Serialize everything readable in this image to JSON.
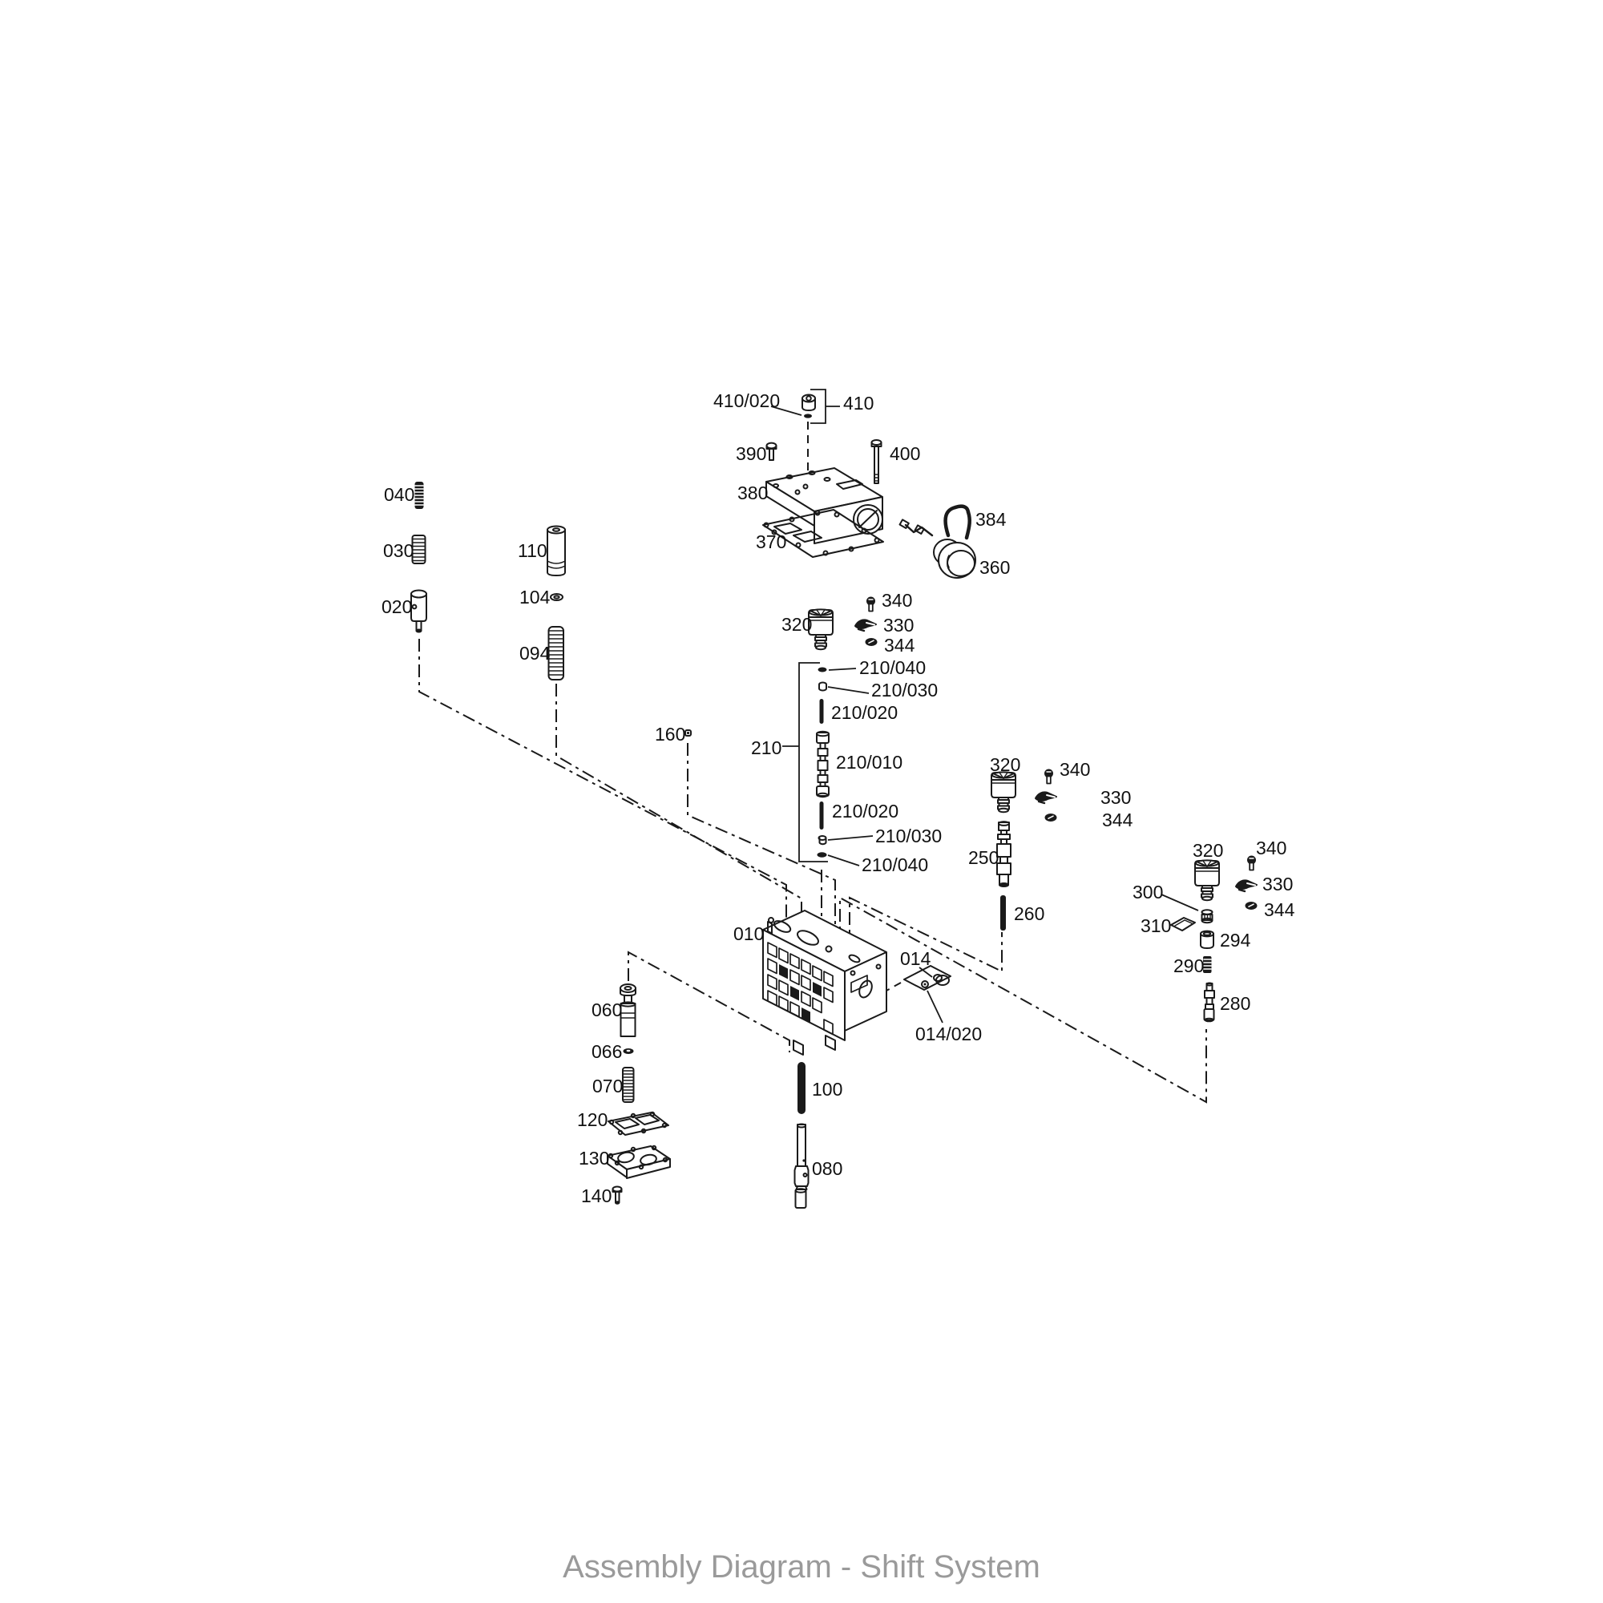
{
  "caption": "Assembly Diagram - Shift System",
  "colors": {
    "line": "#1a1a1a",
    "label_text": "#111111",
    "caption_text": "#9a9a9a",
    "background": "#ffffff"
  },
  "labels": {
    "p010": "010",
    "p014": "014",
    "p014_020": "014/020",
    "p020": "020",
    "p030": "030",
    "p040": "040",
    "p060": "060",
    "p066": "066",
    "p070": "070",
    "p080": "080",
    "p094": "094",
    "p100": "100",
    "p104": "104",
    "p110": "110",
    "p120": "120",
    "p130": "130",
    "p140": "140",
    "p160": "160",
    "p210": "210",
    "p210_010": "210/010",
    "p210_020": "210/020",
    "p210_030": "210/030",
    "p210_040": "210/040",
    "p250": "250",
    "p260": "260",
    "p280": "280",
    "p290": "290",
    "p294": "294",
    "p300": "300",
    "p310": "310",
    "p320": "320",
    "p330": "330",
    "p340": "340",
    "p344": "344",
    "p360": "360",
    "p370": "370",
    "p380": "380",
    "p384": "384",
    "p390": "390",
    "p400": "400",
    "p410": "410",
    "p410_020": "410/020"
  }
}
